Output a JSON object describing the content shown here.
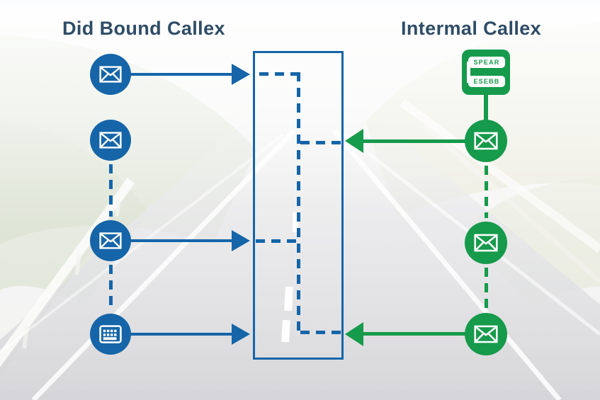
{
  "diagram": {
    "left": {
      "title": "Did Bound Callex",
      "nodes": [
        {
          "icon": "envelope",
          "has_arrow_to_box": true
        },
        {
          "icon": "envelope",
          "has_arrow_to_box": false
        },
        {
          "icon": "envelope",
          "has_arrow_to_box": true
        },
        {
          "icon": "keypad",
          "has_arrow_to_box": true
        }
      ]
    },
    "right": {
      "title": "Intermal Callex",
      "card": {
        "line1": "SPEAR",
        "line2": "ESEBB"
      },
      "nodes": [
        {
          "icon": "envelope",
          "has_arrow_to_box": true
        },
        {
          "icon": "envelope",
          "has_arrow_to_box": false
        },
        {
          "icon": "envelope",
          "has_arrow_to_box": true
        }
      ]
    },
    "colors": {
      "blue": "#1565a8",
      "green": "#169a4b",
      "title_text": "#2e4c66"
    }
  }
}
